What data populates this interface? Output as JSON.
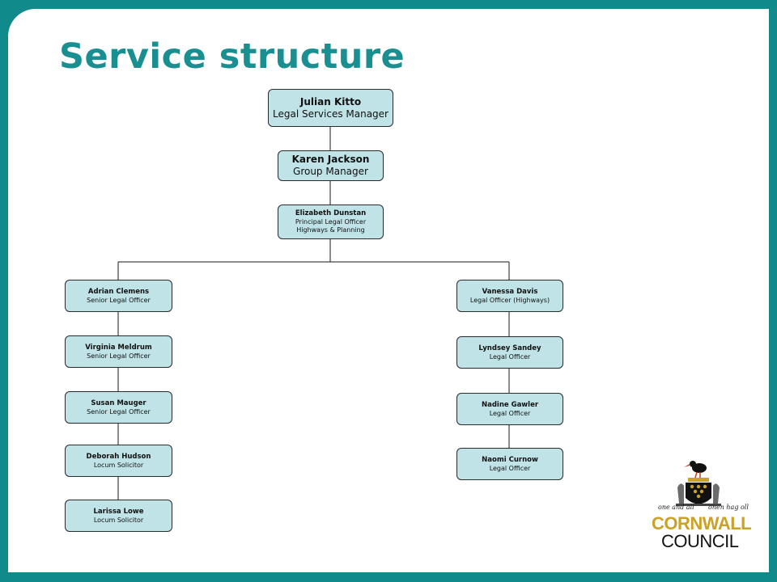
{
  "title": "Service structure",
  "nodes": {
    "julian": {
      "name": "Julian Kitto",
      "role": "Legal Services Manager",
      "role2": ""
    },
    "karen": {
      "name": "Karen Jackson",
      "role": "Group Manager",
      "role2": ""
    },
    "elizabeth": {
      "name": "Elizabeth  Dunstan",
      "role": "Principal Legal Officer",
      "role2": "Highways & Planning"
    },
    "adrian": {
      "name": "Adrian Clemens",
      "role": "Senior Legal Officer"
    },
    "virginia": {
      "name": "Virginia Meldrum",
      "role": "Senior Legal Officer"
    },
    "susan": {
      "name": "Susan Mauger",
      "role": "Senior Legal Officer"
    },
    "deborah": {
      "name": "Deborah Hudson",
      "role": "Locum Solicitor"
    },
    "larissa": {
      "name": "Larissa Lowe",
      "role": "Locum Solicitor"
    },
    "vanessa": {
      "name": "Vanessa Davis",
      "role": "Legal Officer (Highways)"
    },
    "lyndsey": {
      "name": "Lyndsey Sandey",
      "role": "Legal Officer"
    },
    "nadine": {
      "name": "Nadine Gawler",
      "role": "Legal Officer"
    },
    "naomi": {
      "name": "Naomi Curnow",
      "role": "Legal Officer"
    }
  },
  "logo": {
    "motto_left": "one and all",
    "motto_right": "onen hag oll",
    "line1": "CORNWALL",
    "line2": "COUNCIL",
    "colors": {
      "gold": "#c9a227",
      "black": "#111111",
      "teal": "#118a8c",
      "node_fill": "#bfe3e6"
    }
  }
}
